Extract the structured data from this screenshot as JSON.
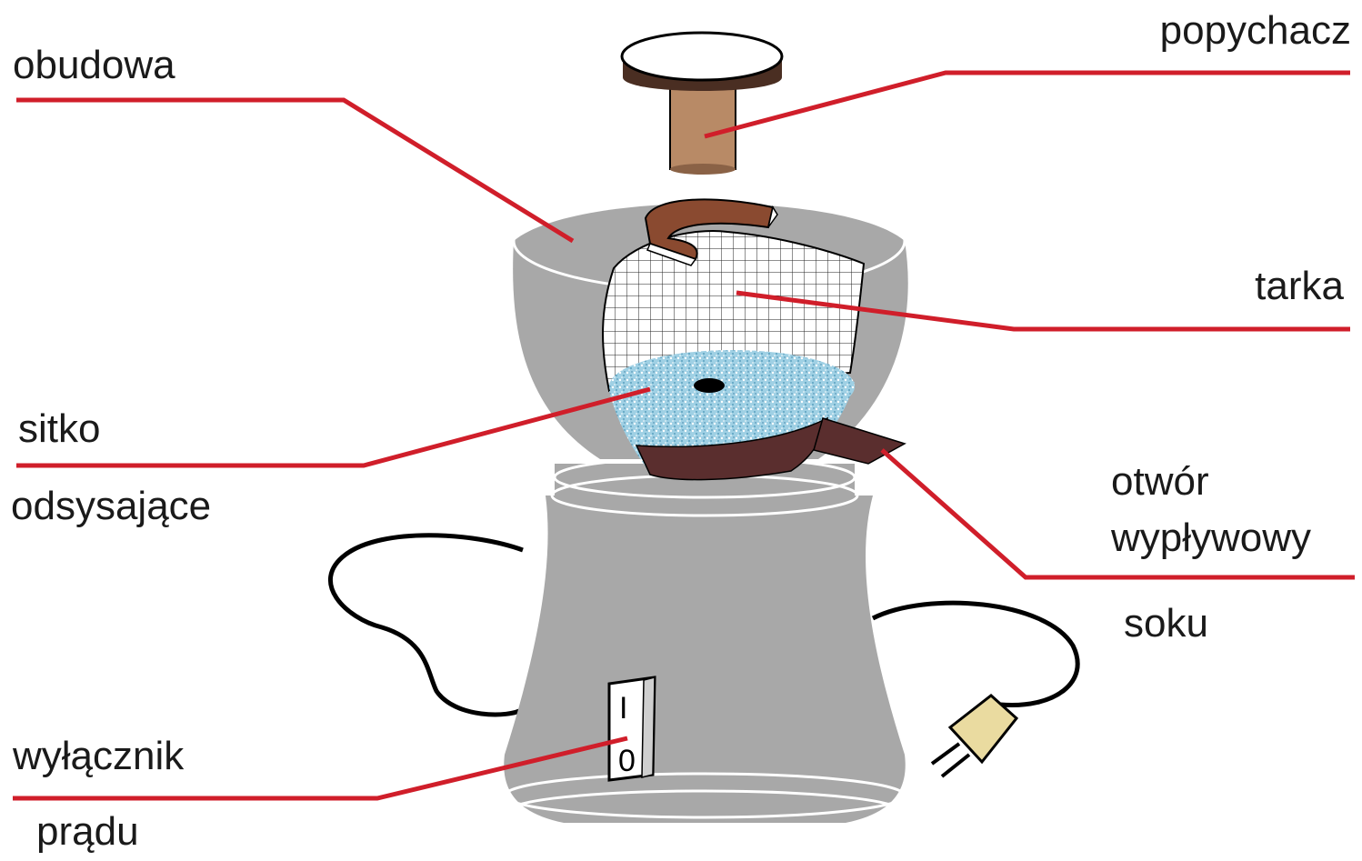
{
  "labels": {
    "obudowa": "obudowa",
    "popychacz": "popychacz",
    "tarka": "tarka",
    "sitko_line1": "sitko",
    "sitko_line2": "odsysające",
    "otwor_line1": "otwór",
    "otwor_line2": "wypływowy",
    "otwor_line3": "soku",
    "wylacznik_line1": "wyłącznik",
    "wylacznik_line2": "prądu"
  },
  "switch": {
    "on_symbol": "I",
    "off_symbol": "0"
  },
  "colors": {
    "leader_line": "#d01e2a",
    "body": "#a8a8a8",
    "body_light": "#c8c8c8",
    "pusher_cap": "#4a2e22",
    "pusher_stem": "#b88a66",
    "sieve": "#8fc6dc",
    "spout": "#5a2e2e",
    "plug": "#eadba0",
    "cord": "#000000"
  }
}
